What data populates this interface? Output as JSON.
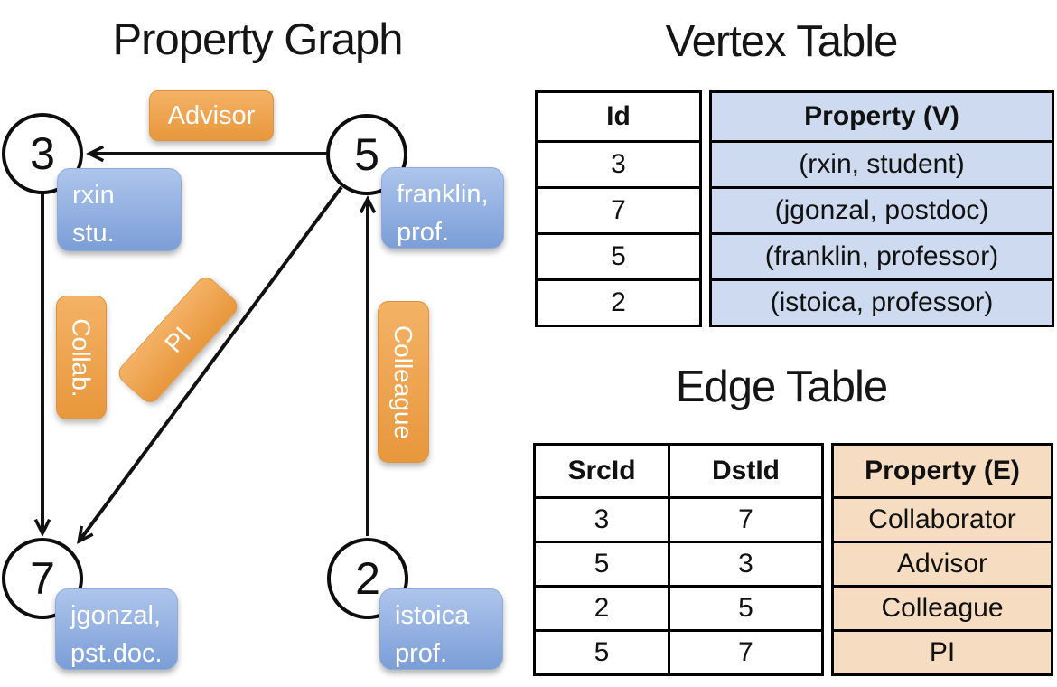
{
  "graph": {
    "title": "Property Graph",
    "nodes": {
      "n3": {
        "id": "3",
        "line1": "rxin",
        "line2": "stu."
      },
      "n5": {
        "id": "5",
        "line1": "franklin,",
        "line2": "prof."
      },
      "n7": {
        "id": "7",
        "line1": "jgonzal,",
        "line2": "pst.doc."
      },
      "n2": {
        "id": "2",
        "line1": "istoica",
        "line2": "prof."
      }
    },
    "edge_labels": {
      "advisor": "Advisor",
      "collab": "Collab.",
      "pi": "PI",
      "colleague": "Colleague"
    }
  },
  "vertex_table": {
    "title": "Vertex Table",
    "columns": [
      "Id",
      "Property (V)"
    ],
    "rows": [
      [
        "3",
        "(rxin, student)"
      ],
      [
        "7",
        "(jgonzal, postdoc)"
      ],
      [
        "5",
        "(franklin, professor)"
      ],
      [
        "2",
        "(istoica, professor)"
      ]
    ]
  },
  "edge_table": {
    "title": "Edge Table",
    "columns": [
      "SrcId",
      "DstId",
      "Property (E)"
    ],
    "rows": [
      [
        "3",
        "7",
        "Collaborator"
      ],
      [
        "5",
        "3",
        "Advisor"
      ],
      [
        "2",
        "5",
        "Colleague"
      ],
      [
        "5",
        "7",
        "PI"
      ]
    ]
  },
  "colors": {
    "edge_line": "#111111",
    "node_border": "#0d0d0d",
    "blue_box_top": "#aec5ec",
    "blue_box_bottom": "#7b9ed7",
    "orange_box_top": "#f4b266",
    "orange_box_bottom": "#e8973c",
    "vertex_cell_bg": "#cedaef",
    "edge_cell_bg": "#f6ddc2"
  }
}
